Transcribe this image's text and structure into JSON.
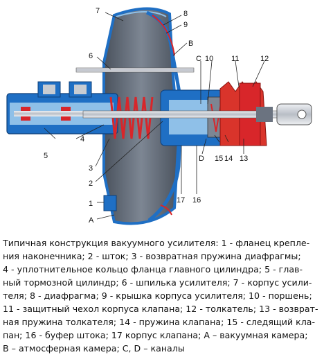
{
  "callouts": {
    "c1": "1",
    "c2": "2",
    "c3": "3",
    "c4": "4",
    "c5": "5",
    "c6": "6",
    "c7": "7",
    "c8": "8",
    "c9": "9",
    "c10": "10",
    "c11": "11",
    "c12": "12",
    "c13": "13",
    "c14": "14",
    "c15": "15",
    "c16": "16",
    "c17": "17",
    "cA": "A",
    "cB": "B",
    "cC": "C",
    "cD": "D"
  },
  "caption": "Типичная конструкция вакуумного усилителя: 1 - фланец крепле-\nния наконечника; 2 - шток; 3 - возвратная пружина диафрагмы;\n4 - уплотнительное кольцо фланца главного цилиндра; 5 - глав-\nный тормозной цилиндр; 6 - шпилька усилителя; 7 - корпус усили-\nтеля; 8 - диафрагма; 9 - крышка корпуса усилителя; 10 - поршень;\n11 - защитный чехол корпуса клапана; 12 - толкатель; 13 - возврат-\nная пружина толкателя; 14 - пружина клапана; 15 - следящий кла-\nпан; 16 - буфер штока; 17 корпус клапана; А – вакуумная камера;\nВ – атмосферная камера; С, D – каналы",
  "colors": {
    "housing_blue": "#1f6fc4",
    "light_blue": "#8fc0e8",
    "chamber_gray": "#5c6673",
    "steel": "#c8ccd2",
    "spring_red": "#d8262a",
    "boot_red": "#d9342b"
  }
}
